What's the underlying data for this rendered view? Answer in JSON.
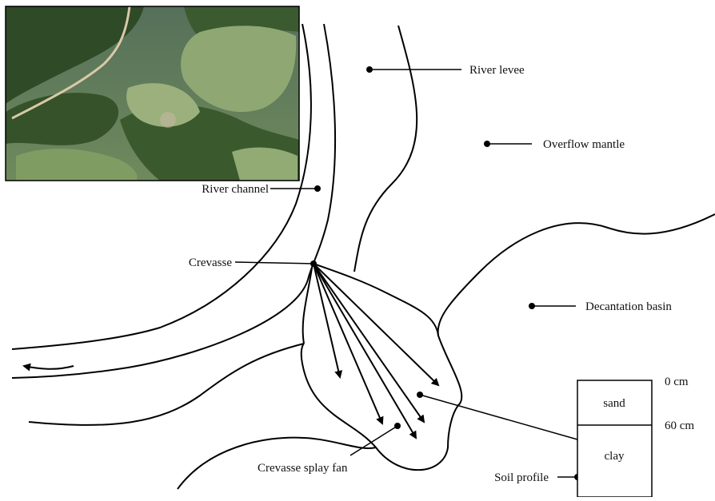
{
  "photo": {
    "description_icon": "aerial-photo"
  },
  "labels": {
    "river_levee": "River levee",
    "overflow_mantle": "Overflow mantle",
    "river_channel": "River channel",
    "crevasse": "Crevasse",
    "decantation_basin": "Decantation basin",
    "crevasse_splay_fan": "Crevasse splay fan",
    "soil_profile": "Soil profile"
  },
  "soil_profile": {
    "layers": [
      "sand",
      "clay"
    ],
    "depths": [
      "0 cm",
      "60 cm"
    ]
  },
  "colors": {
    "line": "#000000",
    "forest": "#2f4a26",
    "meadow": "#8fa873",
    "road": "#d9c9a8"
  }
}
